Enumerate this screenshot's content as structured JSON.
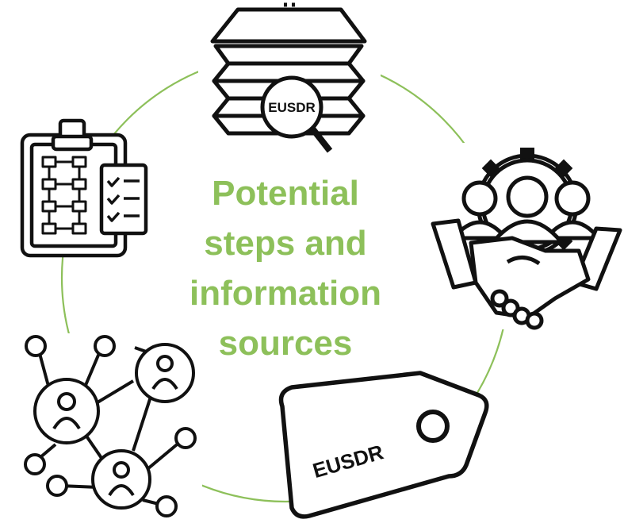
{
  "center": {
    "line1": "Potential",
    "line2": "steps and",
    "line3": "information",
    "line4": "sources"
  },
  "labels": {
    "archive_badge": "EUSDR",
    "tag_text": "EUSDR"
  },
  "colors": {
    "ring": "#8dc05a",
    "title": "#8dc05a",
    "icon_stroke": "#111111"
  },
  "icons": [
    "archive-search-icon",
    "teamwork-handshake-icon",
    "price-tag-icon",
    "network-people-icon",
    "clipboard-flowchart-icon"
  ]
}
